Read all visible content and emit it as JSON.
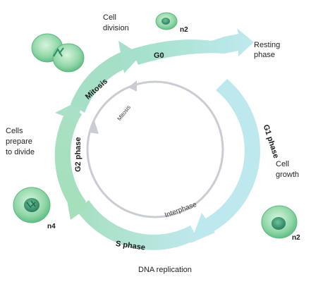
{
  "phases": {
    "g0": "G0",
    "g1": "G1 phase",
    "s": "S phase",
    "g2": "G2 phase",
    "mitosis": "Mitosis"
  },
  "inner": {
    "interphase": "Interphase",
    "mitosis": "Mitosis"
  },
  "labels": {
    "cell_division": [
      "Cell",
      "division"
    ],
    "resting_phase": [
      "Resting",
      "phase"
    ],
    "cell_growth": [
      "Cell",
      "growth"
    ],
    "dna_replication": "DNA replication",
    "cells_prepare": [
      "Cells",
      "prepare",
      "to divide"
    ]
  },
  "ploidy": {
    "top": "n2",
    "right": "n2",
    "left": "n4"
  },
  "colors": {
    "arc_light": "#b9e8ee",
    "arc_mid": "#9fdccf",
    "arc_green": "#a8e0bd",
    "inner_ring": "#c9ccd3",
    "cell_fill": "#8fd6a6",
    "nucleus": "#2f8a66"
  }
}
